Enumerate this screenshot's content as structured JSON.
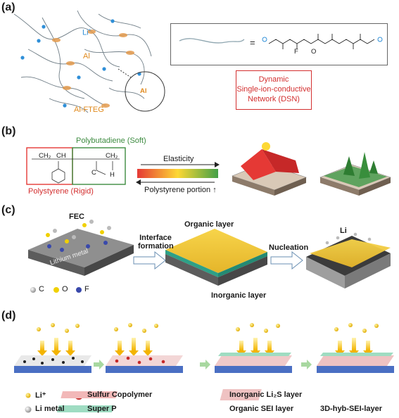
{
  "panel_a": {
    "label": "(a)",
    "li_label": "Li",
    "li_sup": "+",
    "al_label": "Al",
    "al_feg_label": "Al-FTEG",
    "inset_al": "Al",
    "equals": "=",
    "fluorine": "F",
    "oxygen": "O",
    "dsn_line1": "Dynamic",
    "dsn_line2": "Single-ion-conductive",
    "dsn_line3": "Network (DSN)"
  },
  "panel_b": {
    "label": "(b)",
    "polybutadiene": "Polybutadiene (Soft)",
    "polystyrene": "Polystyrene (Rigid)",
    "elasticity": "Elasticity",
    "polystyrene_portion": "Polystyrene portion ↑",
    "struct_ch2": "CH₂",
    "struct_ch": "CH",
    "struct_ch2b": "CH₂",
    "struct_c": "C",
    "struct_h": "H",
    "colors": {
      "red": "#e53935",
      "green": "#43a047",
      "yellow": "#fdd835"
    }
  },
  "panel_c": {
    "label": "(c)",
    "fec": "FEC",
    "interface_line1": "Interface",
    "interface_line2": "formation",
    "organic_layer": "Organic layer",
    "inorganic_layer": "Inorganic layer",
    "nucleation": "Nucleation",
    "li": "Li",
    "lithium_metal": "Lithium metal",
    "legend_c": "C",
    "legend_o": "O",
    "legend_f": "F"
  },
  "panel_d": {
    "label": "(d)",
    "legend": {
      "li_plus": "Li⁺",
      "sulfur_copolymer": "Sulfur Copolymer",
      "inorganic_layer": "Inorganic Li₂S layer",
      "li_metal": "Li metal",
      "super_p": "Super P",
      "organic_sei": "Organic SEI layer",
      "hyb_layer": "3D-hyb-SEI-layer"
    }
  }
}
